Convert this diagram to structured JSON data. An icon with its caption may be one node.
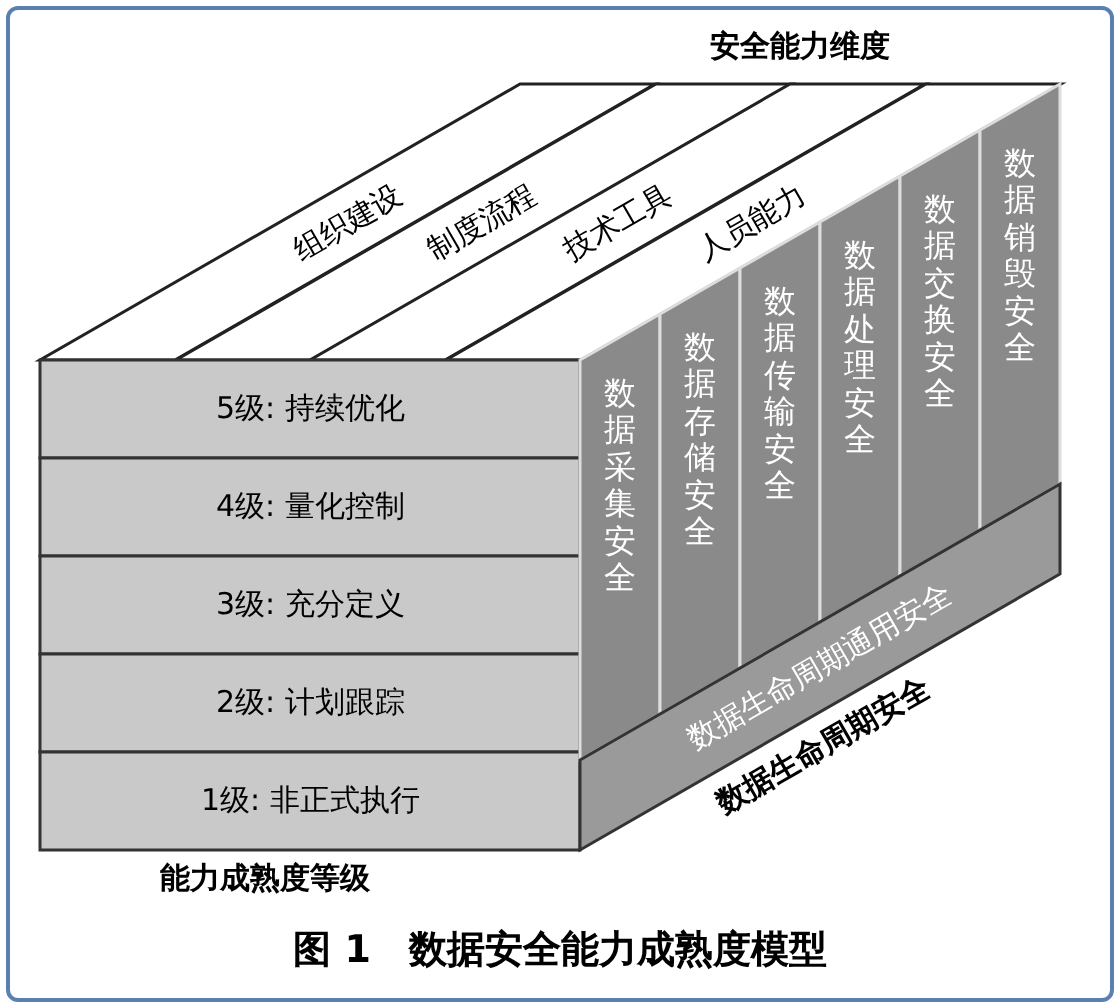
{
  "diagram": {
    "caption": "图 1　数据安全能力成熟度模型",
    "nodes": [
      {
        "text": [
          "组织建设"
        ]
      },
      {
        "text": [
          "制度流程"
        ]
      },
      {
        "text": [
          "技术工具"
        ]
      },
      {
        "text": [
          "人员能力"
        ]
      },
      {
        "text": [
          "5级: 持续优化"
        ]
      },
      {
        "text": [
          "4级: 量化控制"
        ]
      },
      {
        "text": [
          "3级: 充分定义"
        ]
      },
      {
        "text": [
          "2级: 计划跟踪"
        ]
      },
      {
        "text": [
          "1级: 非正式执行"
        ]
      },
      {
        "text": [
          "数据采集安全"
        ]
      },
      {
        "text": [
          "数据存储安全"
        ]
      },
      {
        "text": [
          "数据传输安全"
        ]
      },
      {
        "text": [
          "数据处理安全"
        ]
      },
      {
        "text": [
          "数据交换安全"
        ]
      },
      {
        "text": [
          "数据销毁安全"
        ]
      },
      {
        "text": [
          "数据生命周期通用安全"
        ]
      }
    ],
    "labels": [
      "安全能力维度",
      "能力成熟度等级",
      "数据生命周期安全"
    ]
  }
}
